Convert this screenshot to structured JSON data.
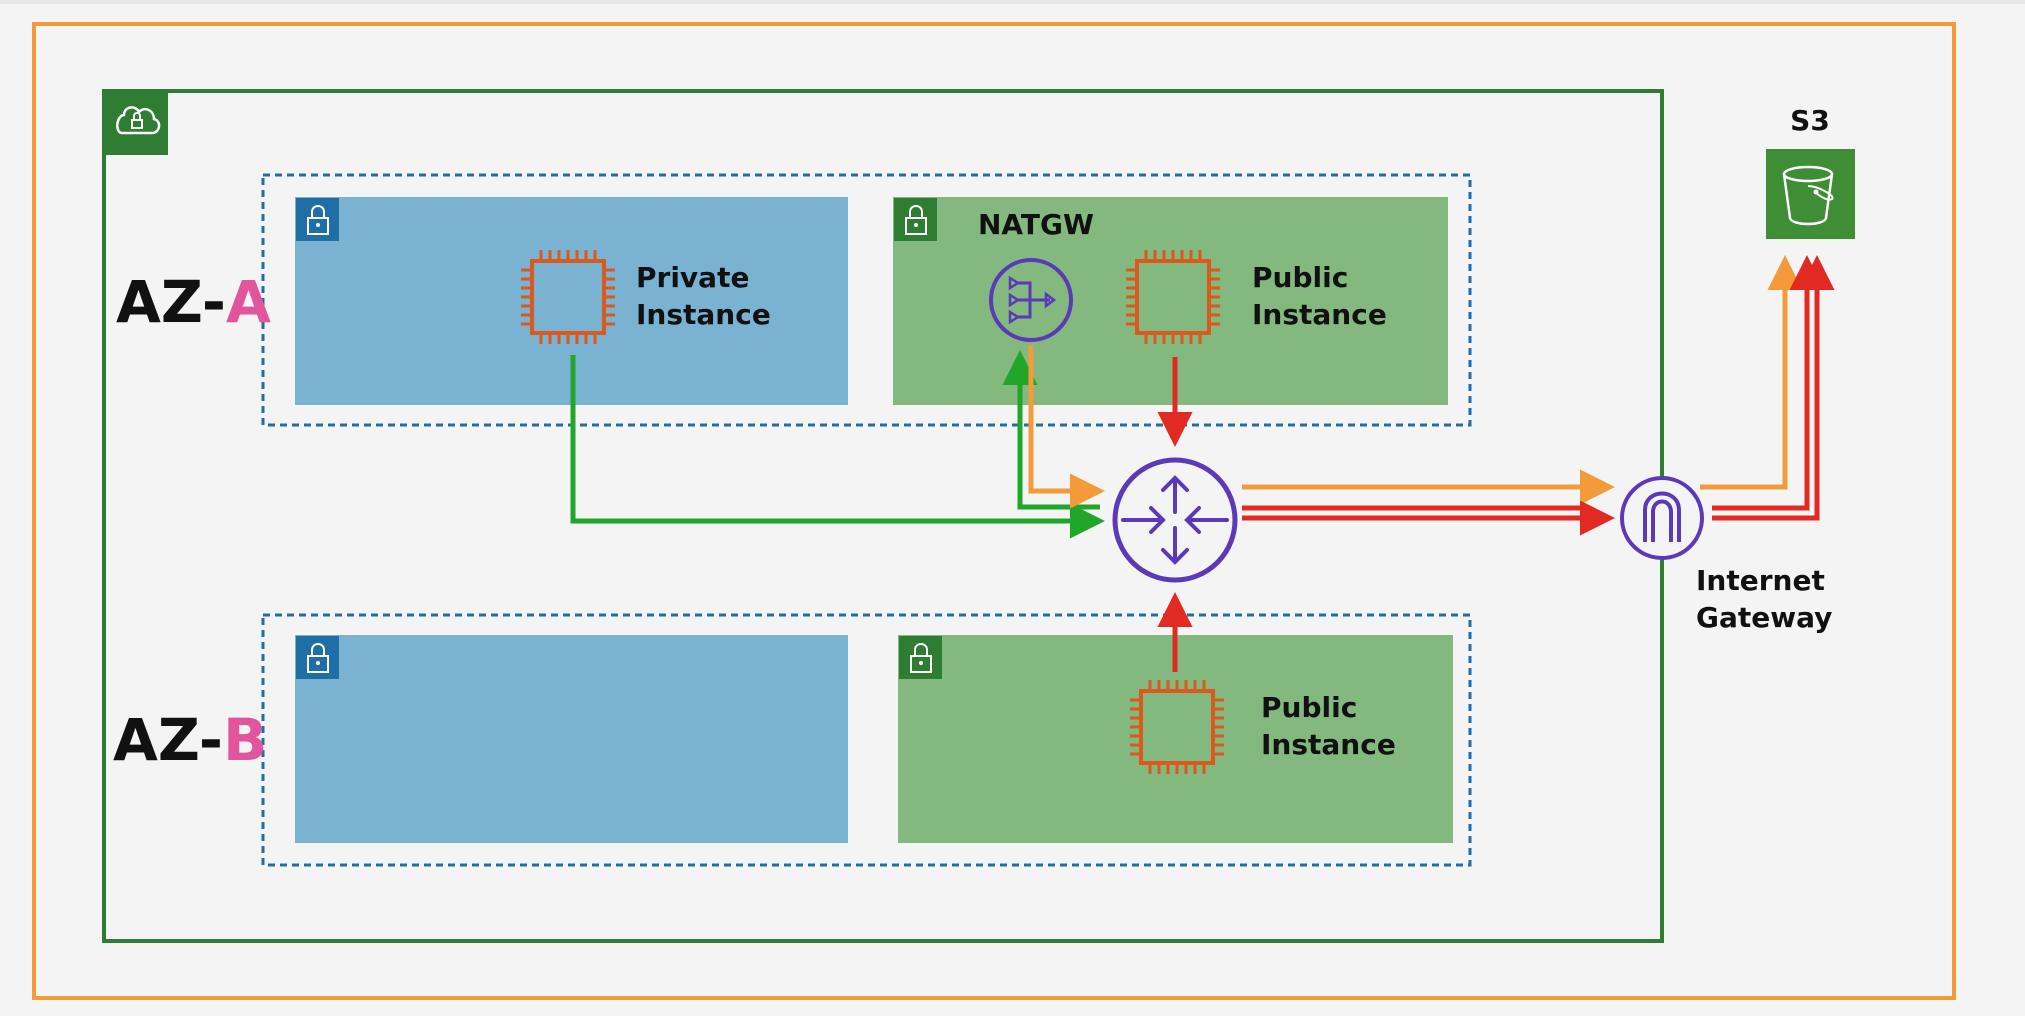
{
  "labels": {
    "az_a": {
      "prefix": "AZ-",
      "letter": "A"
    },
    "az_b": {
      "prefix": "AZ-",
      "letter": "B"
    },
    "natgw": "NATGW",
    "s3": "S3",
    "private_instance": [
      "Private",
      "Instance"
    ],
    "public_instance_a": [
      "Public",
      "Instance"
    ],
    "public_instance_b": [
      "Public",
      "Instance"
    ],
    "internet_gateway": [
      "Internet",
      "Gateway"
    ]
  },
  "icons": {
    "vpc": "cloud-lock-icon",
    "subnet": "lock-icon",
    "instance": "ec2-instance-chip-icon",
    "nat_gateway": "nat-gateway-icon",
    "router": "router-icon",
    "internet_gateway": "internet-gateway-icon",
    "s3": "s3-bucket-icon"
  },
  "colors": {
    "page_bg": "#f4f4f4",
    "outer_border": "#f39a3a",
    "vpc_border": "#2e7d32",
    "az_border": "#1f6ea5",
    "private_subnet": "#7ab2d2",
    "public_subnet": "#83b87e",
    "instance": "#d85a1e",
    "gateway": "#5b39b8",
    "az_letter": "#e0559b",
    "flow_green": "#22a62a",
    "flow_orange": "#f39a3a",
    "flow_red": "#e02a22",
    "s3_bg": "#3f8d34"
  }
}
